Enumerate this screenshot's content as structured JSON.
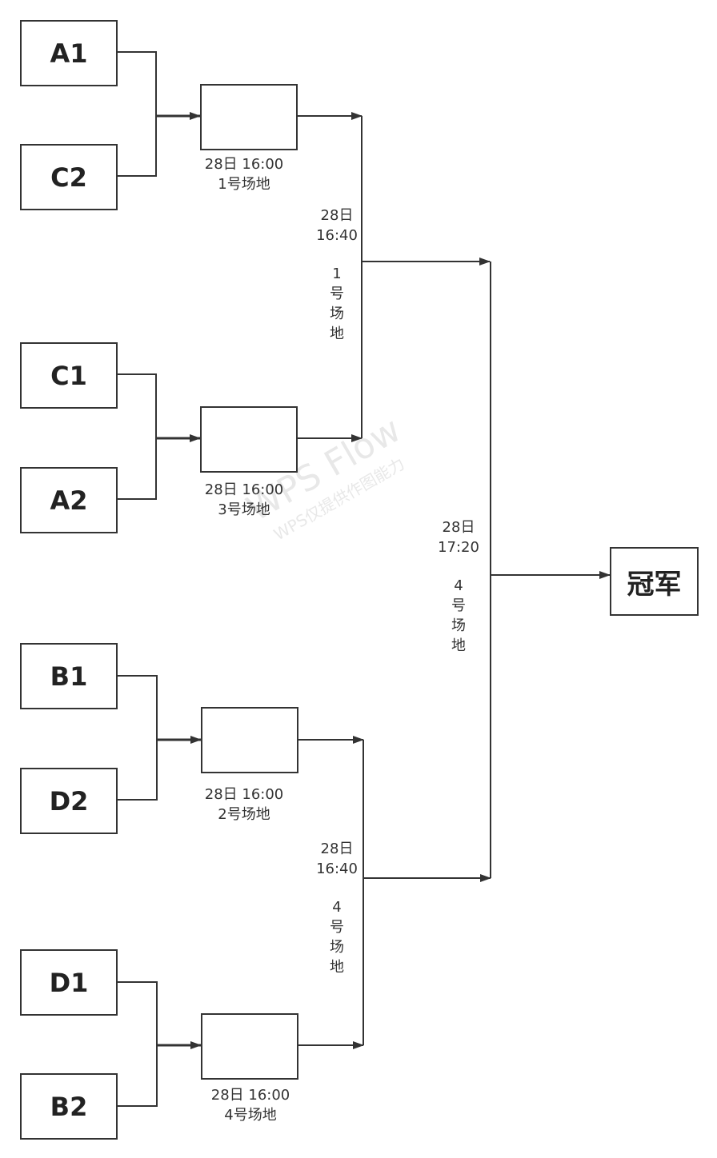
{
  "teams": {
    "a1": "A1",
    "c2": "C2",
    "c1": "C1",
    "a2": "A2",
    "b1": "B1",
    "d2": "D2",
    "d1": "D1",
    "b2": "B2"
  },
  "round1": [
    {
      "time": "28日  16:00",
      "venue": "1号场地"
    },
    {
      "time": "28日  16:00",
      "venue": "3号场地"
    },
    {
      "time": "28日  16:00",
      "venue": "2号场地"
    },
    {
      "time": "28日  16:00",
      "venue": "4号场地"
    }
  ],
  "semis": [
    {
      "date": "28日",
      "time": "16:40",
      "venue_chars": [
        "1",
        "号",
        "场",
        "地"
      ]
    },
    {
      "date": "28日",
      "time": "16:40",
      "venue_chars": [
        "4",
        "号",
        "场",
        "地"
      ]
    }
  ],
  "final": {
    "date": "28日",
    "time": "17:20",
    "venue_chars": [
      "4",
      "号",
      "场",
      "地"
    ]
  },
  "champion": "冠军",
  "watermark": {
    "title": "WPS Flow",
    "subtitle": "WPS仅提供作图能力"
  },
  "colors": {
    "line": "#333333",
    "border": "#333333",
    "text": "#333333",
    "background": "#ffffff"
  }
}
